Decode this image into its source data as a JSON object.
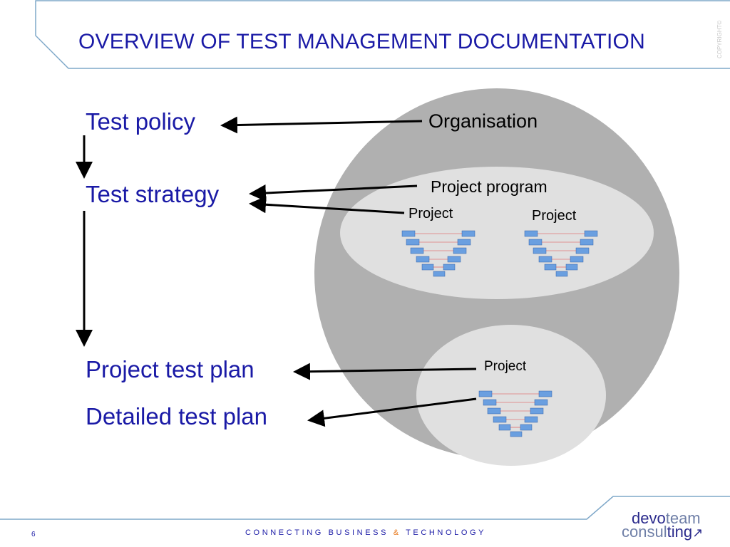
{
  "slide": {
    "title": "OVERVIEW OF TEST MANAGEMENT DOCUMENTATION",
    "copyright": "COPYRIGHT©",
    "page_number": "6"
  },
  "documents": {
    "test_policy": "Test policy",
    "test_strategy": "Test strategy",
    "project_test_plan": "Project test plan",
    "detailed_test_plan": "Detailed test plan"
  },
  "scopes": {
    "organisation": "Organisation",
    "project_program": "Project program",
    "project_1": "Project",
    "project_2": "Project",
    "project_3": "Project"
  },
  "footer": {
    "tagline_1": "CONNECTING BUSINESS ",
    "tagline_amp": "&",
    "tagline_2": " TECHNOLOGY"
  },
  "logo": {
    "part_1": "devo",
    "part_2": "team",
    "part_3": "consul",
    "part_4": "ting",
    "arrow": "↗"
  },
  "colors": {
    "title_blue": "#1a1aa6",
    "accent_orange": "#e87a1e",
    "organisation_fill": "#b0b0b0",
    "program_fill": "#e0e0e0"
  }
}
